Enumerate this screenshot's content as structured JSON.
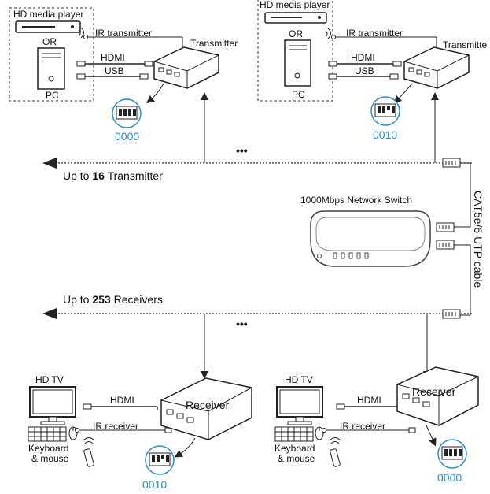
{
  "labels": {
    "hd_media_player": "HD media player",
    "or": "OR",
    "pc": "PC",
    "ir_transmitter": "IR transmitter",
    "hdmi": "HDMI",
    "usb": "USB",
    "transmitter": "Transmitter",
    "transmitter_clipped": "Transmitte",
    "dip_code_tx_left": "0000",
    "dip_code_tx_right": "0010",
    "ellipsis": "•••",
    "up_to_prefix": "Up to ",
    "tx_count": "16",
    "tx_suffix": " Transmitter",
    "rx_count": "253",
    "rx_suffix": " Receivers",
    "network_switch": "1000Mbps Network Switch",
    "cable": "CAT5e/6 UTP cable",
    "hd_tv": "HD TV",
    "ir_receiver": "IR receiver",
    "receiver": "Receiver",
    "keyboard": "Keyboard",
    "mouse": "& mouse",
    "dip_code_rx_left": "0010",
    "dip_code_rx_right": "0000"
  },
  "colors": {
    "accent": "#2a8fc9",
    "line": "#222222",
    "device_fill": "#ffffff"
  }
}
